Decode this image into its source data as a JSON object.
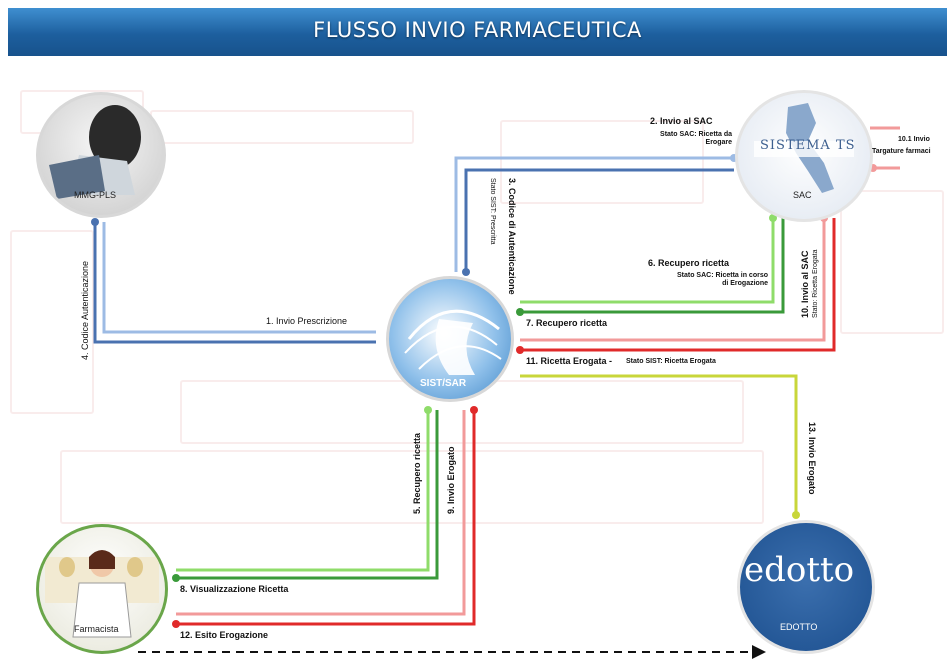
{
  "title": "FLUSSO INVIO FARMACEUTICA",
  "nodes": {
    "mmg": "MMG-PLS",
    "sac": "SAC",
    "sac_logo_text": "SISTEMA TS",
    "sist": "SIST/SAR",
    "farmacista": "Farmacista",
    "edotto": "EDOTTO",
    "edotto_logo_text": "edotto"
  },
  "flows": {
    "f1": "1. Invio Prescrizione",
    "f2_title": "2. Invio al SAC",
    "f2_sub": "Stato SAC: Ricetta da Erogare",
    "f3_title": "3. Codice di Autenticazione",
    "f3_sub": "Stato SIST: Prescritta",
    "f4": "4. Codice Autenticazione",
    "f5": "5. Recupero ricetta",
    "f6_title": "6. Recupero ricetta",
    "f6_sub": "Stato SAC: Ricetta in corso di Erogazione",
    "f7": "7. Recupero ricetta",
    "f8": "8. Visualizzazione Ricetta",
    "f9": "9. Invio Erogato",
    "f10_title": "10. Invio al SAC",
    "f10_sub": "Stato: Ricetta Erogata",
    "f10_1_title": "10.1 Invio",
    "f10_1_sub": "Targature farmaci",
    "f11_title": "11. Ricetta Erogata -",
    "f11_sub": "Stato SIST: Ricetta Erogata",
    "f12": "12. Esito Erogazione",
    "f13": "13. Invio Erogato"
  },
  "colors": {
    "header": "#1d5f9e",
    "dark_blue": "#4a72b0",
    "light_blue": "#9dbbe4",
    "green": "#3a9a3a",
    "light_green": "#8fdc6a",
    "red": "#e02a2a",
    "light_red": "#f29a9a",
    "yellow": "#c8d63a"
  }
}
